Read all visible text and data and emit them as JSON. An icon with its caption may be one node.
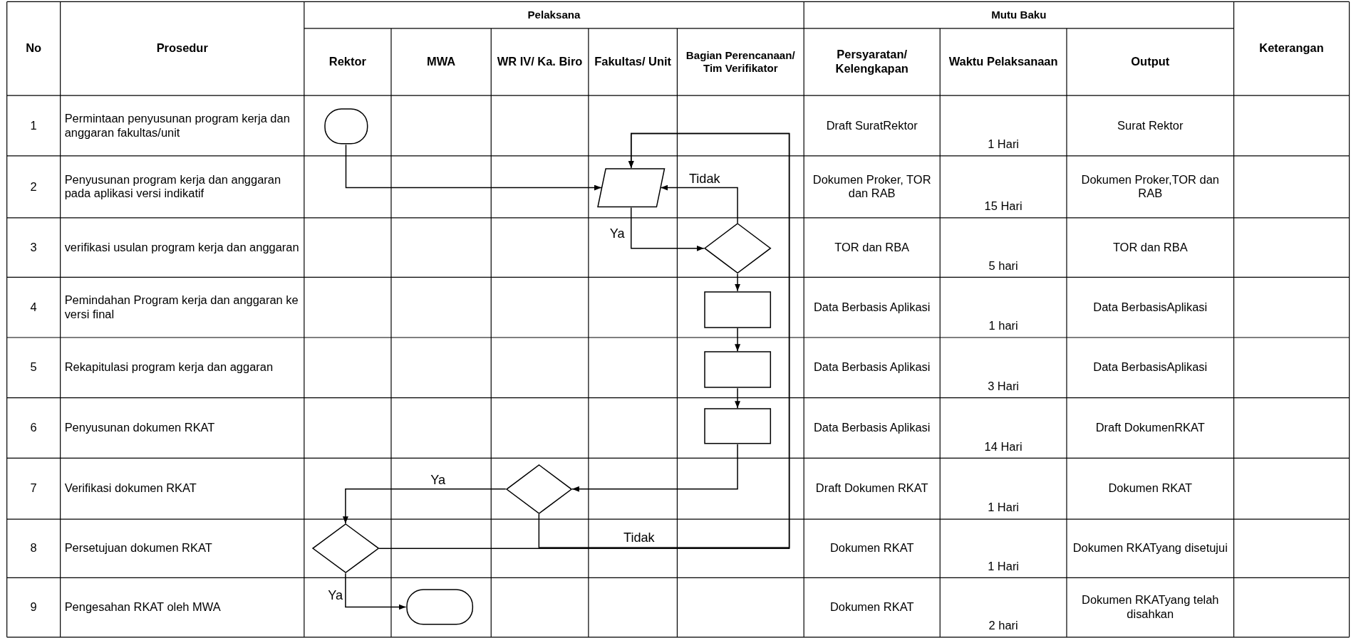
{
  "diagram": {
    "nodes": [
      {
        "text": [],
        "shape": "terminator"
      },
      {
        "text": [],
        "shape": "parallelogram"
      },
      {
        "text": [],
        "shape": "diamond"
      },
      {
        "text": [],
        "shape": "box"
      },
      {
        "text": [],
        "shape": "box"
      },
      {
        "text": [],
        "shape": "box"
      },
      {
        "text": [],
        "shape": "diamond"
      },
      {
        "text": [],
        "shape": "diamond"
      },
      {
        "text": [],
        "shape": "terminator"
      }
    ],
    "edges": [
      {
        "from": 0,
        "to": 1,
        "arrow": "to"
      },
      {
        "from": 1,
        "to": 2,
        "arrow": "to",
        "label": "Ya"
      },
      {
        "from": 2,
        "to": 1,
        "arrow": "to",
        "label": "Tidak"
      },
      {
        "from": 2,
        "to": 3,
        "arrow": "to"
      },
      {
        "from": 3,
        "to": 4,
        "arrow": "to"
      },
      {
        "from": 4,
        "to": 5,
        "arrow": "to"
      },
      {
        "from": 5,
        "to": 6,
        "arrow": "to"
      },
      {
        "from": 6,
        "to": 7,
        "arrow": "to",
        "label": "Ya"
      },
      {
        "from": 6,
        "to": 1,
        "arrow": "to",
        "label": "Tidak"
      },
      {
        "from": 7,
        "to": 1,
        "arrow": "to"
      },
      {
        "from": 7,
        "to": 8,
        "arrow": "to",
        "label": "Ya"
      }
    ],
    "labels": [
      "No",
      "Prosedur",
      "Pelaksana",
      "Mutu Baku",
      "Keterangan",
      "Rektor",
      "MWA",
      "WR IV/ Ka. Biro",
      "Fakultas/ Unit",
      "Bagian Perencanaan/ Tim Verifikator",
      "Persyaratan/ Kelengkapan",
      "Waktu Pelaksanaan",
      "Output",
      "1",
      "Permintaan penyusunan program kerja dan anggaran fakultas/unit",
      "Draft SuratRektor",
      "1 Hari",
      "Surat Rektor",
      "2",
      "Penyusunan program kerja dan anggaran pada aplikasi versi indikatif",
      "Dokumen Proker, TOR dan RAB",
      "15 Hari",
      "Dokumen Proker,TOR dan RAB",
      "3",
      "verifikasi usulan program kerja dan anggaran",
      "TOR dan RBA",
      "5 hari",
      "TOR dan RBA",
      "4",
      "Pemindahan Program kerja dan anggaran ke versi final",
      "Data Berbasis Aplikasi",
      "1 hari",
      "Data BerbasisAplikasi",
      "5",
      "Rekapitulasi program kerja dan aggaran",
      "Data Berbasis Aplikasi",
      "3 Hari",
      "Data BerbasisAplikasi",
      "6",
      "Penyusunan dokumen RKAT",
      "Data Berbasis Aplikasi",
      "14 Hari",
      "Draft DokumenRKAT",
      "7",
      "Verifikasi dokumen RKAT",
      "Draft Dokumen RKAT",
      "1 Hari",
      "Dokumen RKAT",
      "8",
      "Persetujuan dokumen RKAT",
      "Dokumen RKAT",
      "1 Hari",
      "Dokumen RKATyang disetujui",
      "9",
      "Pengesahan RKAT oleh MWA",
      "Dokumen RKAT",
      "2 hari",
      "Dokumen RKATyang telah disahkan"
    ]
  }
}
